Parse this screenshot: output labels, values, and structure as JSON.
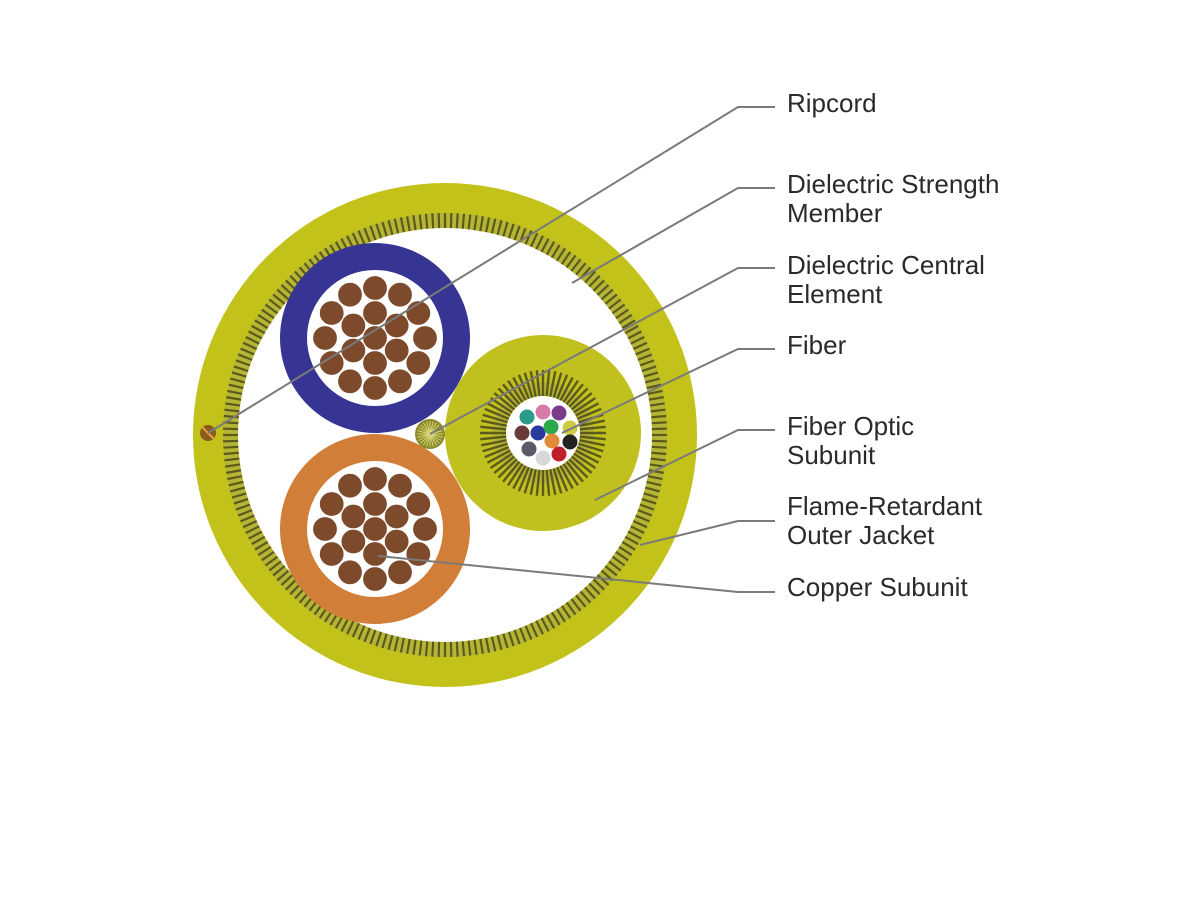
{
  "labels": {
    "ripcord": [
      "Ripcord"
    ],
    "strength_member": [
      "Dielectric Strength",
      "Member"
    ],
    "central_element": [
      "Dielectric Central",
      "Element"
    ],
    "fiber": [
      "Fiber"
    ],
    "fiber_optic_subunit": [
      "Fiber Optic",
      "Subunit"
    ],
    "outer_jacket": [
      "Flame-Retardant",
      "Outer Jacket"
    ],
    "copper_subunit": [
      "Copper Subunit"
    ]
  },
  "colors": {
    "jacket": "#c2c21a",
    "strength_dark": "#5c5a1a",
    "strength_light": "#b5b535",
    "copper_conductor": "#7d4a2c",
    "blue_subunit": "#373594",
    "orange_subunit": "#d07e38",
    "fiber_unit_jacket": "#c0c11f",
    "leader_line": "#7a7a7a",
    "label_text": "#2a2a2a",
    "fiber_colors": [
      "#2a9a8a",
      "#d87aa8",
      "#7b3a8a",
      "#6a3a3a",
      "#2a3a9a",
      "#2aa84a",
      "#cccc44",
      "#222222",
      "#e08a3a",
      "#5a5a6a",
      "#d8d8d8",
      "#c0202a"
    ]
  }
}
